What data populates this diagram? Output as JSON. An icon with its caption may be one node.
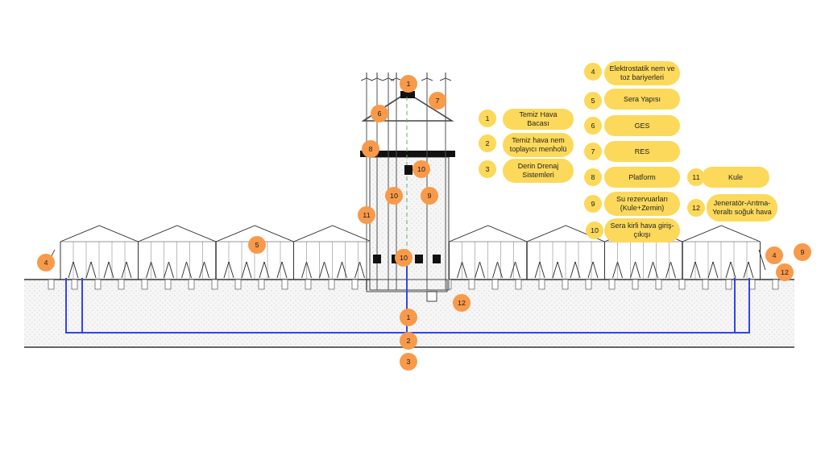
{
  "diagram": {
    "labels": [
      "1",
      "7",
      "6",
      "8",
      "10",
      "10",
      "9",
      "11",
      "5",
      "4",
      "10",
      "4",
      "9",
      "12",
      "12",
      "1",
      "2",
      "3",
      "4",
      "Elektrostatik nem ve toz bariyerleri",
      "5",
      "Sera Yapısı",
      "1",
      "Temiz Hava Bacası",
      "6",
      "GES",
      "2",
      "Temiz hava nem toplayıcı menholü",
      "7",
      "RES",
      "3",
      "Derin Drenaj Sistemleri",
      "8",
      "Platform",
      "11",
      "Kule",
      "9",
      "Su rezervuarları (Kule+Zemin)",
      "12",
      "Jeneratör-Arıtma-Yeraltı soğuk hava",
      "10",
      "Sera kirli hava giriş-çıkışı"
    ]
  }
}
